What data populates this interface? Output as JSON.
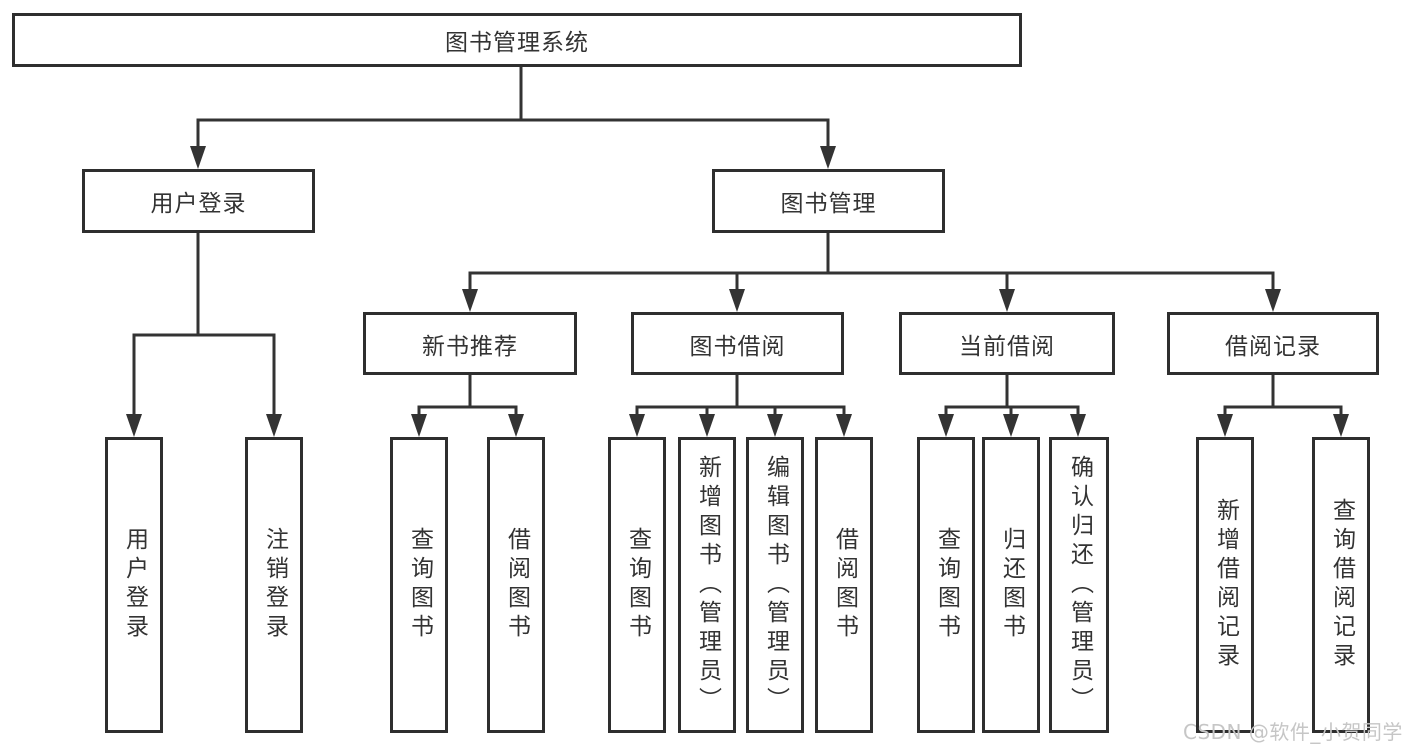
{
  "diagram": {
    "title": "图书管理系统",
    "branches": [
      {
        "label": "用户登录",
        "children": [
          "用户登录",
          "注销登录"
        ]
      },
      {
        "label": "图书管理",
        "children": [
          {
            "label": "新书推荐",
            "children": [
              "查询图书",
              "借阅图书"
            ]
          },
          {
            "label": "图书借阅",
            "children": [
              "查询图书",
              "新增图书（管理员）",
              "编辑图书（管理员）",
              "借阅图书"
            ]
          },
          {
            "label": "当前借阅",
            "children": [
              "查询图书",
              "归还图书",
              "确认归还（管理员）"
            ]
          },
          {
            "label": "借阅记录",
            "children": [
              "新增借阅记录",
              "查询借阅记录"
            ]
          }
        ]
      }
    ]
  },
  "watermark": {
    "text": "CSDN @软件_小贺同学"
  },
  "colors": {
    "line": "#333333",
    "box_border": "#2e2e2e",
    "text": "#333333",
    "background": "#ffffff",
    "watermark": "#c6c6c6"
  }
}
